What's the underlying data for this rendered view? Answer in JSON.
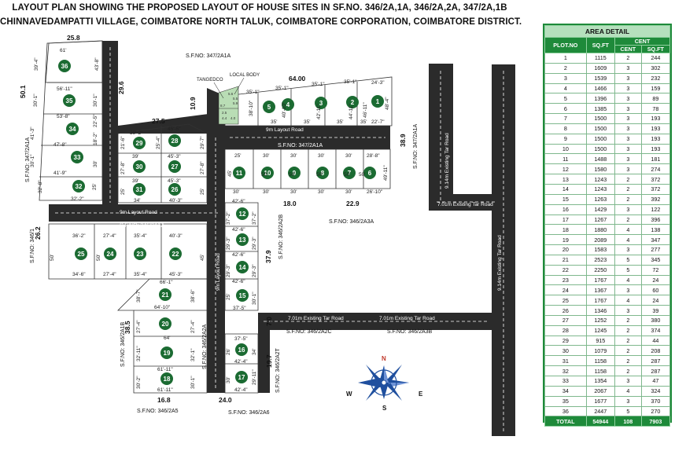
{
  "title": {
    "line1": "LAYOUT PLAN SHOWING THE PROPOSED LAYOUT OF HOUSE SITES IN SF.NO. 346/2A,1A, 346/2A,2A, 347/2A,1B",
    "line2": "CHINNAVEDAMPATTI VILLAGE, COIMBATORE NORTH TALUK, COIMBATORE CORPORATION, COIMBATORE DISTRICT."
  },
  "area_table": {
    "caption": "AREA DETAIL",
    "headers": {
      "plot_no": "PLOT.NO",
      "sqft": "SQ.FT",
      "cent_group": "CENT",
      "cent": "CENT",
      "cent_sqft": "SQ.FT"
    },
    "rows": [
      [
        "1",
        "1115",
        "2",
        "244"
      ],
      [
        "2",
        "1609",
        "3",
        "302"
      ],
      [
        "3",
        "1539",
        "3",
        "232"
      ],
      [
        "4",
        "1466",
        "3",
        "159"
      ],
      [
        "5",
        "1396",
        "3",
        "89"
      ],
      [
        "6",
        "1385",
        "3",
        "78"
      ],
      [
        "7",
        "1500",
        "3",
        "193"
      ],
      [
        "8",
        "1500",
        "3",
        "193"
      ],
      [
        "9",
        "1500",
        "3",
        "193"
      ],
      [
        "10",
        "1500",
        "3",
        "193"
      ],
      [
        "11",
        "1488",
        "3",
        "181"
      ],
      [
        "12",
        "1580",
        "3",
        "274"
      ],
      [
        "13",
        "1243",
        "2",
        "372"
      ],
      [
        "14",
        "1243",
        "2",
        "372"
      ],
      [
        "15",
        "1263",
        "2",
        "392"
      ],
      [
        "16",
        "1429",
        "3",
        "122"
      ],
      [
        "17",
        "1267",
        "2",
        "396"
      ],
      [
        "18",
        "1880",
        "4",
        "138"
      ],
      [
        "19",
        "2089",
        "4",
        "347"
      ],
      [
        "20",
        "1583",
        "3",
        "277"
      ],
      [
        "21",
        "2523",
        "5",
        "345"
      ],
      [
        "22",
        "2250",
        "5",
        "72"
      ],
      [
        "23",
        "1767",
        "4",
        "24"
      ],
      [
        "24",
        "1367",
        "3",
        "60"
      ],
      [
        "25",
        "1767",
        "4",
        "24"
      ],
      [
        "26",
        "1346",
        "3",
        "39"
      ],
      [
        "27",
        "1252",
        "2",
        "380"
      ],
      [
        "28",
        "1245",
        "2",
        "374"
      ],
      [
        "29",
        "915",
        "2",
        "44"
      ],
      [
        "30",
        "1079",
        "2",
        "208"
      ],
      [
        "31",
        "1158",
        "2",
        "287"
      ],
      [
        "32",
        "1158",
        "2",
        "287"
      ],
      [
        "33",
        "1354",
        "3",
        "47"
      ],
      [
        "34",
        "2067",
        "4",
        "324"
      ],
      [
        "35",
        "1677",
        "3",
        "370"
      ],
      [
        "36",
        "2447",
        "5",
        "270"
      ]
    ],
    "total": [
      "TOTAL",
      "54944",
      "108",
      "7903"
    ]
  },
  "roads": {
    "r9m_1": "9m Layout Road",
    "r9m_2": "9m Layout Road",
    "r9m_3": "9m Layout Road",
    "tar_1": "7.01m Existing Tar Road",
    "tar_2": "7.01m Existing Tar Road",
    "tar_3": "7.01m Existing Tar Road",
    "tar_4": "9.14m Existing Tar Road",
    "tar_5": "9.14m Existing Tar Road"
  },
  "survey_labels": {
    "s1": "S.F.NO: 347/2A1A",
    "s2": "S.F.NO: 347/2A1A",
    "s3": "S.F.NO: 346/2A1A",
    "s4": "S.F.NO: 346/2A3A",
    "s5": "S.F.NO: 346/2A2C",
    "s6": "S.F.NO: 346/2A3B",
    "s7": "S.F.NO: 346/2A5",
    "s8": "S.F.NO: 346/2A6",
    "s9": "S.F.NO: 346/2A2B",
    "s10": "S.F.NO: 346/2A2A",
    "s11": "S.F.NO: 346/2A2T",
    "s12": "S.F.NO: 346/2A1B",
    "s13": "S.F.NO: 346/1",
    "s14": "S.F.NO: 347/2A1A",
    "s15": "S.F.NO: 347/2A1A"
  },
  "tags": {
    "tangedco": "TANGEDCO",
    "local_body": "LOCAL BODY"
  },
  "major_dims": {
    "d25_8": "25.8",
    "d29_6": "29.6",
    "d64": "64.00",
    "d10_9": "10.9",
    "d27_5": "27.5",
    "d38_9": "38.9",
    "d50_1": "50.1",
    "d26_2": "26.2",
    "d18": "18.0",
    "d22_9": "22.9",
    "d37_9": "37.9",
    "d38_5": "38.5",
    "d7": "7.0",
    "d19_7": "19.7",
    "d16_8": "16.8",
    "d24": "24.0"
  },
  "compass": {
    "n": "N",
    "s": "S",
    "e": "E",
    "w": "W"
  },
  "colors": {
    "plot_circle": "#1b6b32",
    "road": "#2b2b2b",
    "table_green": "#1e8a3a",
    "compass_blue": "#1f4f9e",
    "reserved_green": "#b9ddb5"
  },
  "plot_dims": {
    "p36a": "61'",
    "p36b": "39'-4\"",
    "p36c": "43'-8\"",
    "p35a": "56'-11\"",
    "p35b": "30'-1\"",
    "p35c": "30'-1\"",
    "p34a": "53'-8\"",
    "p34b": "41'-3\"",
    "p34c": "22'-5\"",
    "p34d": "47'-8\"",
    "p34e": "18'-2\"",
    "p33a": "30'-1\"",
    "p33b": "30'",
    "p33c": "41'-9\"",
    "p32a": "32'-8\"",
    "p32b": "25'",
    "p32c": "32'-2\"",
    "p29a": "39'-2\"",
    "p29b": "21'-6\"",
    "p29c": "25'-4\"",
    "p28a": "45'-5\"",
    "p28b": "29'-7\"",
    "p30a": "39'",
    "p30b": "27'-8\"",
    "p27a": "45'-3\"",
    "p27b": "27'-8\"",
    "p31a": "39'",
    "p31b": "25'",
    "p26a": "45'-3\"",
    "p26b": "25'",
    "p31c": "34'",
    "p26c": "40'-3\"",
    "p5a": "35'-1\"",
    "p5b": "38'-10\"",
    "p4a": "35'-1\"",
    "p4b": "40'-10\"",
    "p3a": "35'-1\"",
    "p3b": "42'-11\"",
    "p2a": "35'-1\"",
    "p2b": "44'-11\"",
    "p1a": "24'-3\"",
    "p1b": "46'-11\"",
    "p1c": "48'-4\"",
    "b5": "35'",
    "b4": "35'",
    "b3": "35'",
    "b2": "35'",
    "b1": "22'-7\"",
    "p11a": "25'",
    "p11b": "45'",
    "p10": "30'",
    "p9": "30'",
    "p8": "30'",
    "p7": "30'",
    "p6a": "28'-8\"",
    "p6b": "49'-11\"",
    "p6c": "26'-10\"",
    "q11": "30'",
    "q10": "30'",
    "q9": "30'",
    "q8": "30'",
    "q7": "30'",
    "m1": "50'",
    "m2": "50'",
    "m3": "50'",
    "m4": "50'",
    "m5": "50'",
    "p12a": "42'-6\"",
    "p12b": "37'-2\"",
    "p12c": "37'-2\"",
    "p12d": "42'-6\"",
    "p13a": "29'-3\"",
    "p13b": "29'-3\"",
    "p13c": "42'-6\"",
    "p14a": "29'-3\"",
    "p14b": "29'-3\"",
    "p14c": "42'-6\"",
    "p15a": "25'",
    "p15b": "30'-1\"",
    "p15c": "37'-5\"",
    "p25a": "36'-2\"",
    "p25b": "50'",
    "p25c": "34'-6\"",
    "p24a": "27'-4\"",
    "p24b": "50'",
    "p24c": "27'-4\"",
    "p23a": "35'-4\"",
    "p23b": "35'-4\"",
    "p22a": "40'-3\"",
    "p22b": "45'",
    "p22c": "45'-3\"",
    "p21a": "66'-1\"",
    "p21b": "38'-7\"",
    "p21c": "38'-6\"",
    "p21d": "64'-10\"",
    "p20a": "27'-4\"",
    "p20b": "27'-4\"",
    "p20c": "64'",
    "p19a": "32'-11\"",
    "p19b": "32'-1\"",
    "p18a": "61'-11\"",
    "p18b": "30'-2\"",
    "p18c": "30'-1\"",
    "p18d": "61'-11\"",
    "p16a": "37'-5\"",
    "p16b": "26'",
    "p16c": "34'",
    "p16d": "42'-4\"",
    "p17a": "29'-11\"",
    "p17b": "30'",
    "p17c": "42'-4\""
  },
  "reserved_dims": [
    "5.6",
    "5.5",
    "5.9",
    "8.7",
    "2.5",
    "4.4",
    "4.0"
  ]
}
